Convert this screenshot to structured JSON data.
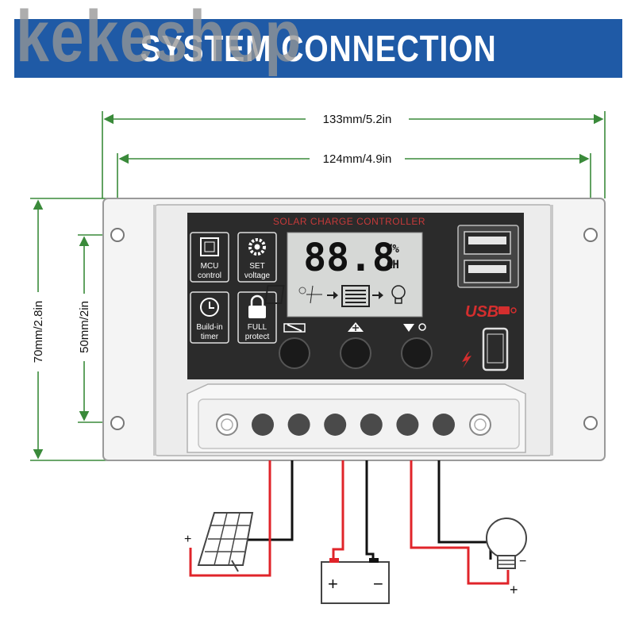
{
  "banner": {
    "title": "SYSTEM CONNECTION"
  },
  "watermark": {
    "text": "kekeshop"
  },
  "dimensions": {
    "outer_width": "133mm/5.2in",
    "inner_width": "124mm/4.9in",
    "outer_height": "70mm/2.8in",
    "inner_height": "50mm/2in"
  },
  "panel": {
    "header": "SOLAR CHARGE CONTROLLER",
    "features": [
      {
        "icon": "mcu-chip-icon",
        "label1": "MCU",
        "label2": "control"
      },
      {
        "icon": "gear-icon",
        "label1": "SET",
        "label2": "voltage"
      },
      {
        "icon": "clock-icon",
        "label1": "Build-in",
        "label2": "timer"
      },
      {
        "icon": "lock-icon",
        "label1": "FULL",
        "label2": "protect"
      }
    ],
    "lcd": {
      "digits": "88.8",
      "unit_top": "V%",
      "unit_bottom": "AH"
    },
    "usb_label": "USB",
    "button_symbols": [
      "menu-icon",
      "up-icon",
      "down-bulb-icon"
    ]
  },
  "terminals": {
    "count": 6
  },
  "polarity": {
    "solar_plus": "+",
    "solar_minus": "-",
    "battery_plus": "+",
    "battery_minus": "−",
    "load_minus": "−",
    "load_plus": "+"
  },
  "colors": {
    "banner": "#1f5aa6",
    "dimension_line": "#3a8a3a",
    "positive_wire": "#e0242a",
    "negative_wire": "#111111",
    "panel": "#2b2b2b"
  }
}
